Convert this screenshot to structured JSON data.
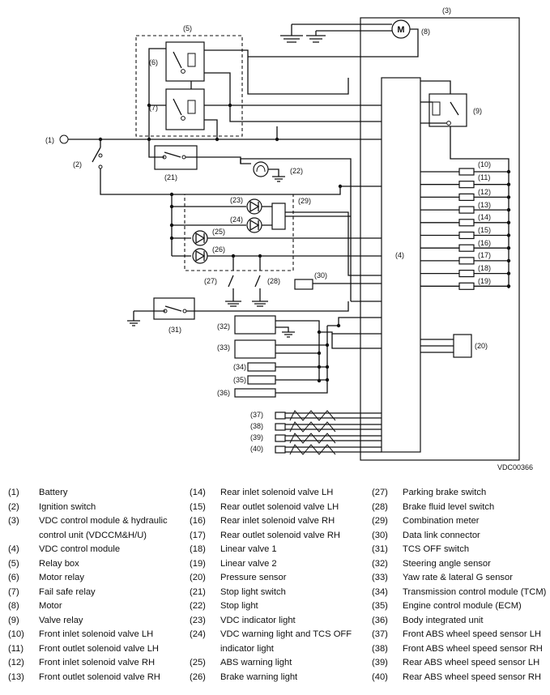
{
  "diagram": {
    "code": "VDC00366",
    "motor_symbol": "M",
    "callouts": [
      "(1)",
      "(2)",
      "(3)",
      "(4)",
      "(5)",
      "(6)",
      "(7)",
      "(8)",
      "(9)",
      "(10)",
      "(11)",
      "(12)",
      "(13)",
      "(14)",
      "(15)",
      "(16)",
      "(17)",
      "(18)",
      "(19)",
      "(20)",
      "(21)",
      "(22)",
      "(23)",
      "(24)",
      "(25)",
      "(26)",
      "(27)",
      "(28)",
      "(29)",
      "(30)",
      "(31)",
      "(32)",
      "(33)",
      "(34)",
      "(35)",
      "(36)",
      "(37)",
      "(38)",
      "(39)",
      "(40)"
    ]
  },
  "legend": [
    {
      "num": "(1)",
      "text": "Battery"
    },
    {
      "num": "(2)",
      "text": "Ignition switch"
    },
    {
      "num": "(3)",
      "text": "VDC control module & hydraulic control unit (VDCCM&H/U)"
    },
    {
      "num": "(4)",
      "text": "VDC control module"
    },
    {
      "num": "(5)",
      "text": "Relay box"
    },
    {
      "num": "(6)",
      "text": "Motor relay"
    },
    {
      "num": "(7)",
      "text": "Fail safe relay"
    },
    {
      "num": "(8)",
      "text": "Motor"
    },
    {
      "num": "(9)",
      "text": "Valve relay"
    },
    {
      "num": "(10)",
      "text": "Front inlet solenoid valve LH"
    },
    {
      "num": "(11)",
      "text": "Front outlet solenoid valve LH"
    },
    {
      "num": "(12)",
      "text": "Front inlet solenoid valve RH"
    },
    {
      "num": "(13)",
      "text": "Front outlet solenoid valve RH"
    },
    {
      "num": "(14)",
      "text": "Rear inlet solenoid valve LH"
    },
    {
      "num": "(15)",
      "text": "Rear outlet solenoid valve LH"
    },
    {
      "num": "(16)",
      "text": "Rear inlet solenoid valve RH"
    },
    {
      "num": "(17)",
      "text": "Rear outlet solenoid valve RH"
    },
    {
      "num": "(18)",
      "text": "Linear valve 1"
    },
    {
      "num": "(19)",
      "text": "Linear valve 2"
    },
    {
      "num": "(20)",
      "text": "Pressure sensor"
    },
    {
      "num": "(21)",
      "text": "Stop light switch"
    },
    {
      "num": "(22)",
      "text": "Stop light"
    },
    {
      "num": "(23)",
      "text": "VDC indicator light"
    },
    {
      "num": "(24)",
      "text": "VDC warning light and TCS OFF indicator light"
    },
    {
      "num": "(25)",
      "text": "ABS warning light"
    },
    {
      "num": "(26)",
      "text": "Brake warning light"
    },
    {
      "num": "(27)",
      "text": "Parking brake switch"
    },
    {
      "num": "(28)",
      "text": "Brake fluid level switch"
    },
    {
      "num": "(29)",
      "text": "Combination meter"
    },
    {
      "num": "(30)",
      "text": "Data link connector"
    },
    {
      "num": "(31)",
      "text": "TCS OFF switch"
    },
    {
      "num": "(32)",
      "text": "Steering angle sensor"
    },
    {
      "num": "(33)",
      "text": "Yaw rate & lateral G sensor"
    },
    {
      "num": "(34)",
      "text": "Transmission control module (TCM)"
    },
    {
      "num": "(35)",
      "text": "Engine control module (ECM)"
    },
    {
      "num": "(36)",
      "text": "Body integrated unit"
    },
    {
      "num": "(37)",
      "text": "Front ABS wheel speed sensor LH"
    },
    {
      "num": "(38)",
      "text": "Front ABS wheel speed sensor RH"
    },
    {
      "num": "(39)",
      "text": "Rear ABS wheel speed sensor LH"
    },
    {
      "num": "(40)",
      "text": "Rear ABS wheel speed sensor RH"
    }
  ]
}
